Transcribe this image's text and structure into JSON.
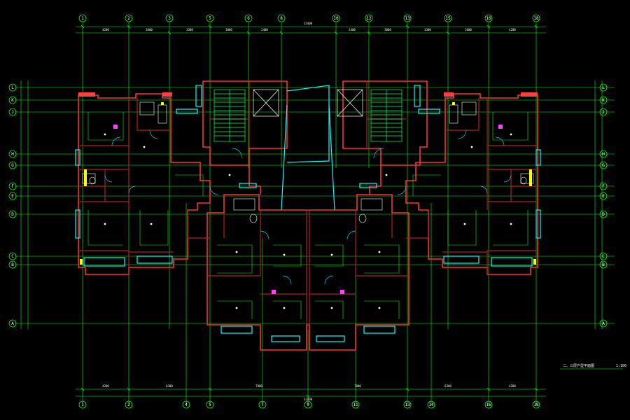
{
  "drawing": {
    "title": "二、三层户型平面图",
    "scale": "1:100"
  },
  "colors": {
    "background": "#000000",
    "grid": "#00ff00",
    "wall": "#ff3030",
    "wall_inner": "#b02020",
    "window": "#00ffff",
    "door": "#00d0ff",
    "detail": "#ffff00",
    "fixture": "#ffffff",
    "magenta": "#ff40ff"
  },
  "axes": {
    "top": [
      "1",
      "2",
      "3",
      "5",
      "6",
      "8",
      "10",
      "12",
      "13",
      "15",
      "16",
      "18"
    ],
    "bottom": [
      "1",
      "2",
      "4",
      "5",
      "7",
      "9",
      "11",
      "13",
      "14",
      "16",
      "18"
    ],
    "left": [
      "A",
      "B",
      "C",
      "D",
      "E",
      "F",
      "G",
      "H",
      "J",
      "K",
      "L"
    ],
    "right": [
      "A",
      "B",
      "C",
      "D",
      "E",
      "F",
      "G",
      "H",
      "J",
      "K",
      "L"
    ]
  }
}
